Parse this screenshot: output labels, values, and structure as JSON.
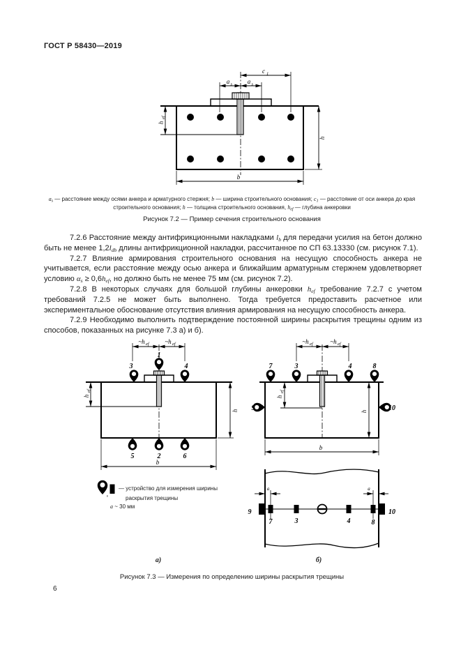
{
  "page": {
    "header": "ГОСТ Р 58430—2019",
    "number": "6"
  },
  "sym": {
    "a_s_base": "a",
    "a_s_sub": "s",
    "b": "b",
    "c1_base": "c",
    "c1_sub": "1",
    "h": "h",
    "h_ef_base": "h",
    "h_ef_sub": "ef",
    "h_ef_approx": "~h",
    "l": "l",
    "l_sub_b": "b",
    "l_sub_db": "db",
    "alpha": "α",
    "alpha_sub": "s"
  },
  "fig72": {
    "caption": {
      "p1_base": "a",
      "p1_sub": "s",
      "p1_text": " — расстояние между осями анкера и арматурного стержня; ",
      "p2_base": "b",
      "p2_text": " — ширина строительного основания; ",
      "p3_base": "c",
      "p3_sub": "1",
      "p3_text": " — расстояние от оси анкера до края строительного основания; ",
      "p4_base": "h",
      "p4_text": " — толщина строительного основания, ",
      "p5_base": "h",
      "p5_sub": "ef",
      "p5_text": " — глубина анкеровки"
    },
    "title": "Рисунок 7.2 — Пример сечения строительного основания"
  },
  "body": {
    "p726": {
      "t1": "7.2.6 Расстояние между антифрикционными накладками ",
      "t2": " для передачи усилия на бетон должно быть не менее 1,2",
      "t3": " длины антифрикционной накладки, рассчитанное по СП 63.13330 (см. рисунок 7.1)."
    },
    "p727": {
      "t1": "7.2.7 Влияние армирования строительного основания на несущую способность анкера не учитывается, если расстояние между осью анкера и ближайшим арматурным стержнем удовлетворяет условию ",
      "t2": " ≥ 0,6",
      "t3": ", но должно быть не менее 75 мм (см. рисунок 7.2)."
    },
    "p728": {
      "t1": "7.2.8 В некоторых случаях для большой глубины анкеровки ",
      "t2": " требование 7.2.7 с учетом требований 7.2.5 не может быть выполнено. Тогда требуется предоставить расчетное или экспериментальное обоснование отсутствия влияния армирования на несущую способность анкера."
    },
    "p729": {
      "t1": "7.2.9 Необходимо выполнить подтверждение постоянной ширины раскрытия трещины одним из способов, показанных на рисунке 7.3 а) и б)."
    }
  },
  "fig73": {
    "devices": {
      "n1": "1",
      "n2": "2",
      "n3": "3",
      "n4": "4",
      "n5": "5",
      "n6": "6",
      "n7": "7",
      "n8": "8",
      "n9": "9",
      "n10": "10"
    },
    "legend": {
      "separator": ",",
      "text": "— устройство для измерения ширины раскрытия трещины",
      "note_base": "а",
      "note_text": " ~ 30 мм"
    },
    "a_label": "a",
    "sub_a": "а)",
    "sub_b": "б)",
    "title": "Рисунок 7.3 — Измерения по определению ширины раскрытия трещины"
  }
}
